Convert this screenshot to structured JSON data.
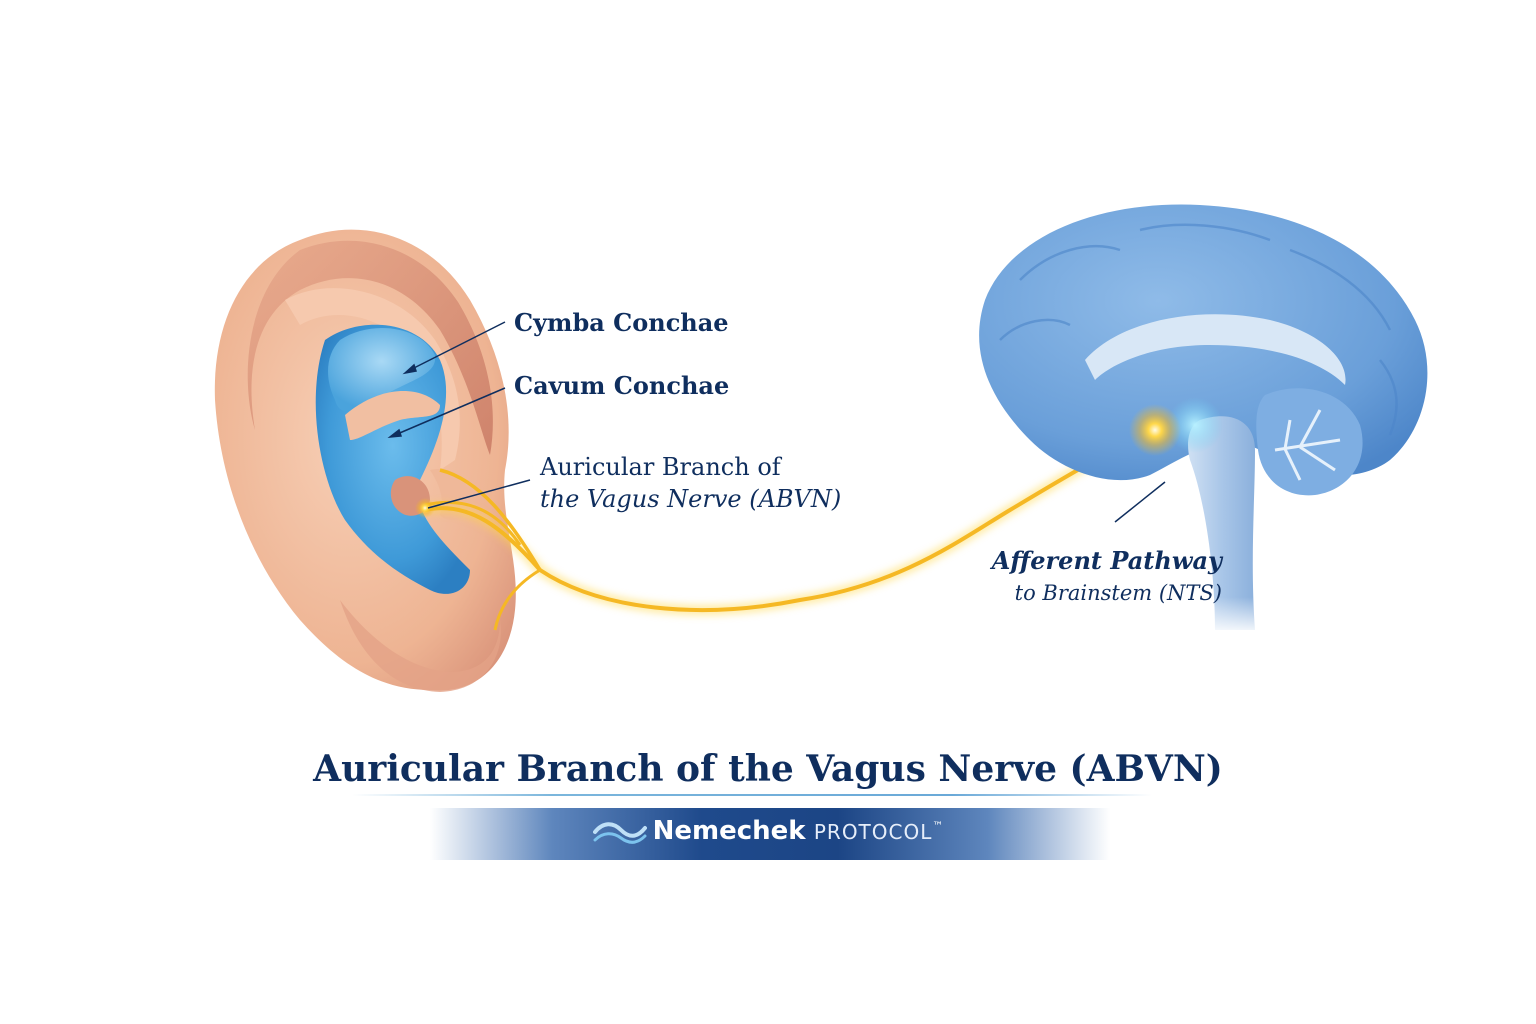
{
  "labels": {
    "cymba": "Cymba Conchae",
    "cavum": "Cavum Conchae",
    "abvn_line1": "Auricular Branch of",
    "abvn_line2": "the Vagus Nerve (ABVN)",
    "afferent_line1": "Afferent Pathway",
    "afferent_line2": "to Brainstem (NTS)"
  },
  "title": "Auricular Branch of the Vagus Nerve (ABVN)",
  "brand": {
    "name": "Nemechek",
    "suffix": "PROTOCOL",
    "tm": "™"
  },
  "colors": {
    "navy_text": "#0f2e5e",
    "nerve_gold": "#f5b824",
    "skin": "#f1bfa2",
    "concha_blue": "#3f9ad8",
    "brain_blue": "#6fa3dc",
    "banner_blue": "#1f4a8c"
  },
  "icons": [
    "wave-logo-icon"
  ]
}
